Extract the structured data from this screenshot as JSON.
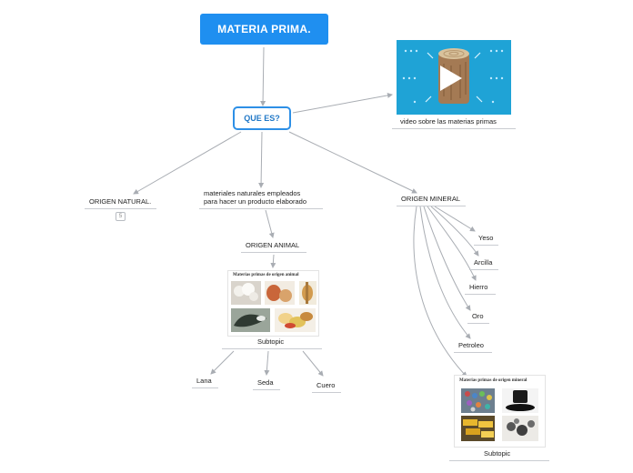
{
  "root": {
    "label": "MATERIA PRIMA."
  },
  "main": {
    "label": "QUE ES?"
  },
  "video": {
    "caption": "video sobre las materias primas",
    "play_icon": "play-icon"
  },
  "topics": {
    "natural": {
      "label": "ORIGEN NATURAL.",
      "collapsed_count": "5"
    },
    "definition": {
      "line1": "materiales naturales empleados",
      "line2": "para hacer un producto elaborado"
    },
    "animal": {
      "label": "ORIGEN ANIMAL",
      "image_title": "Materias primas de origen animal",
      "subtopic": "Subtopic",
      "children": [
        "Lana",
        "Seda",
        "Cuero"
      ]
    },
    "mineral": {
      "label": "ORIGEN MINERAL",
      "image_title": "Materias primas de origen mineral",
      "subtopic": "Subtopic",
      "children": [
        "Yeso",
        "Arcilla",
        "Hierro",
        "Oro",
        "Petroleo"
      ]
    }
  },
  "colors": {
    "root": "#1f8ff0",
    "main_border": "#2d8fe6",
    "link": "#a9adb3",
    "video_bg": "#1fa3d6"
  }
}
